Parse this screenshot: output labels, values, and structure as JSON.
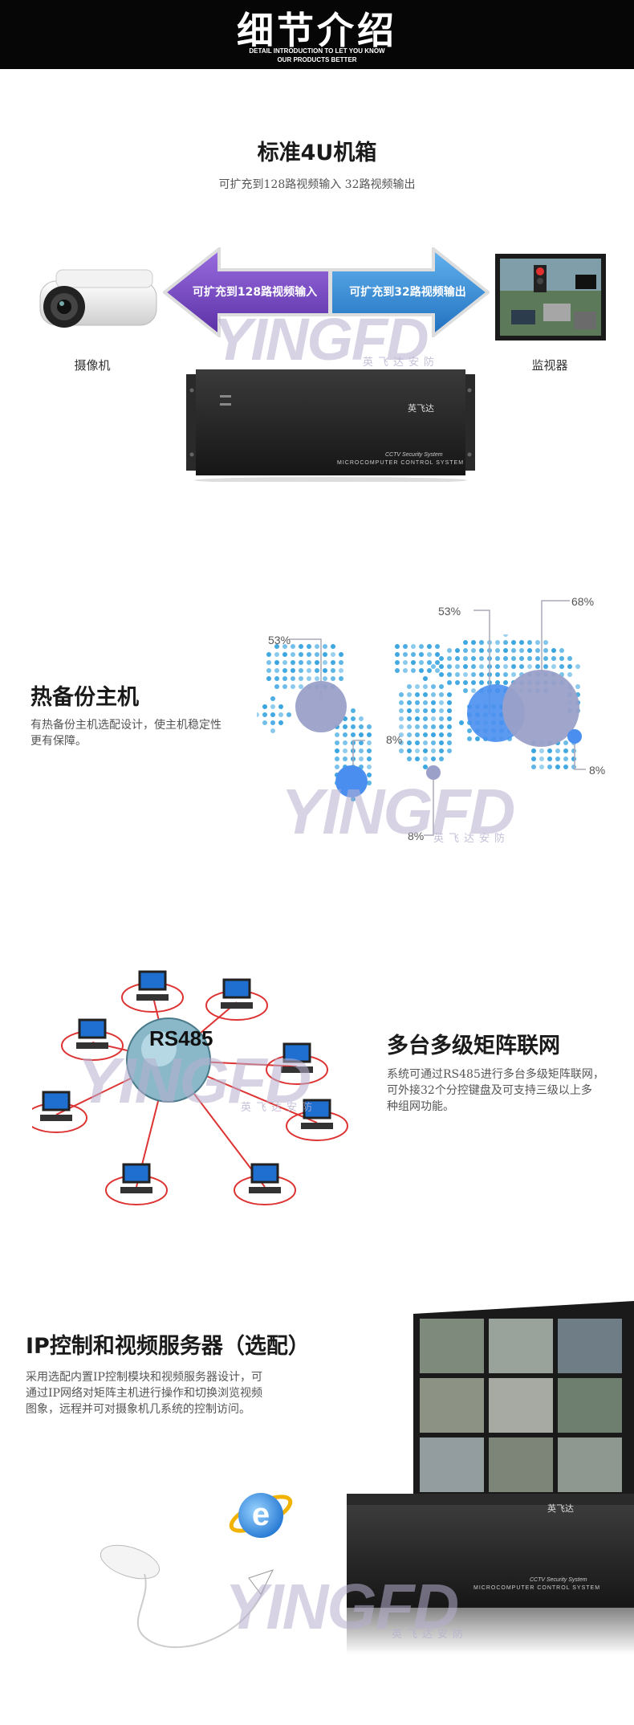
{
  "header": {
    "title": "细节介绍",
    "subtitle_line1": "DETAIL INTRODUCTION TO LET YOU KNOW",
    "subtitle_line2": "OUR PRODUCTS BETTER"
  },
  "section_chassis": {
    "title": "标准4U机箱",
    "subtitle": "可扩充到128路视频输入  32路视频输出",
    "arrow_left": "可扩充到128路视频输入",
    "arrow_right": "可扩充到32路视频输出",
    "camera_caption": "摄像机",
    "monitor_caption": "监视器",
    "device_brand": "英飞达",
    "device_line1": "CCTV Security System",
    "device_line2": "MICROCOMPUTER CONTROL SYSTEM"
  },
  "section_backup": {
    "title": "热备份主机",
    "body": [
      "有热备份主机选配设计，使主机稳定性",
      "更有保障。"
    ],
    "map_labels": {
      "a": "53%",
      "b": "53%",
      "c": "68%",
      "d": "8%",
      "e": "8%",
      "f": "8%"
    }
  },
  "section_network": {
    "title": "多台多级矩阵联网",
    "body": [
      "系统可通过RS485进行多台多级矩阵联网，",
      "可外接32个分控键盘及可支持三级以上多",
      "种组网功能。"
    ],
    "hub_label": "RS485"
  },
  "section_ip": {
    "title": "IP控制和视频服务器（选配）",
    "body": [
      "采用选配内置IP控制模块和视频服务器设计，可",
      "通过IP网络对矩阵主机进行操作和切换浏览视频",
      "图象，远程并可对摄象机几系统的控制访问。"
    ],
    "device_brand": "英飞达",
    "device_line1": "CCTV Security System",
    "device_line2": "MICROCOMPUTER CONTROL SYSTEM"
  },
  "watermark": {
    "logo": "YINGFD",
    "chinese": "英飞达安防"
  },
  "colors": {
    "arrow_purple": "#6a3fb8",
    "arrow_blue": "#2f86d4",
    "map_dot": "#3aa5e0",
    "bubble_grey": "#9aa0c8",
    "bubble_blue": "#4a8ff0"
  }
}
